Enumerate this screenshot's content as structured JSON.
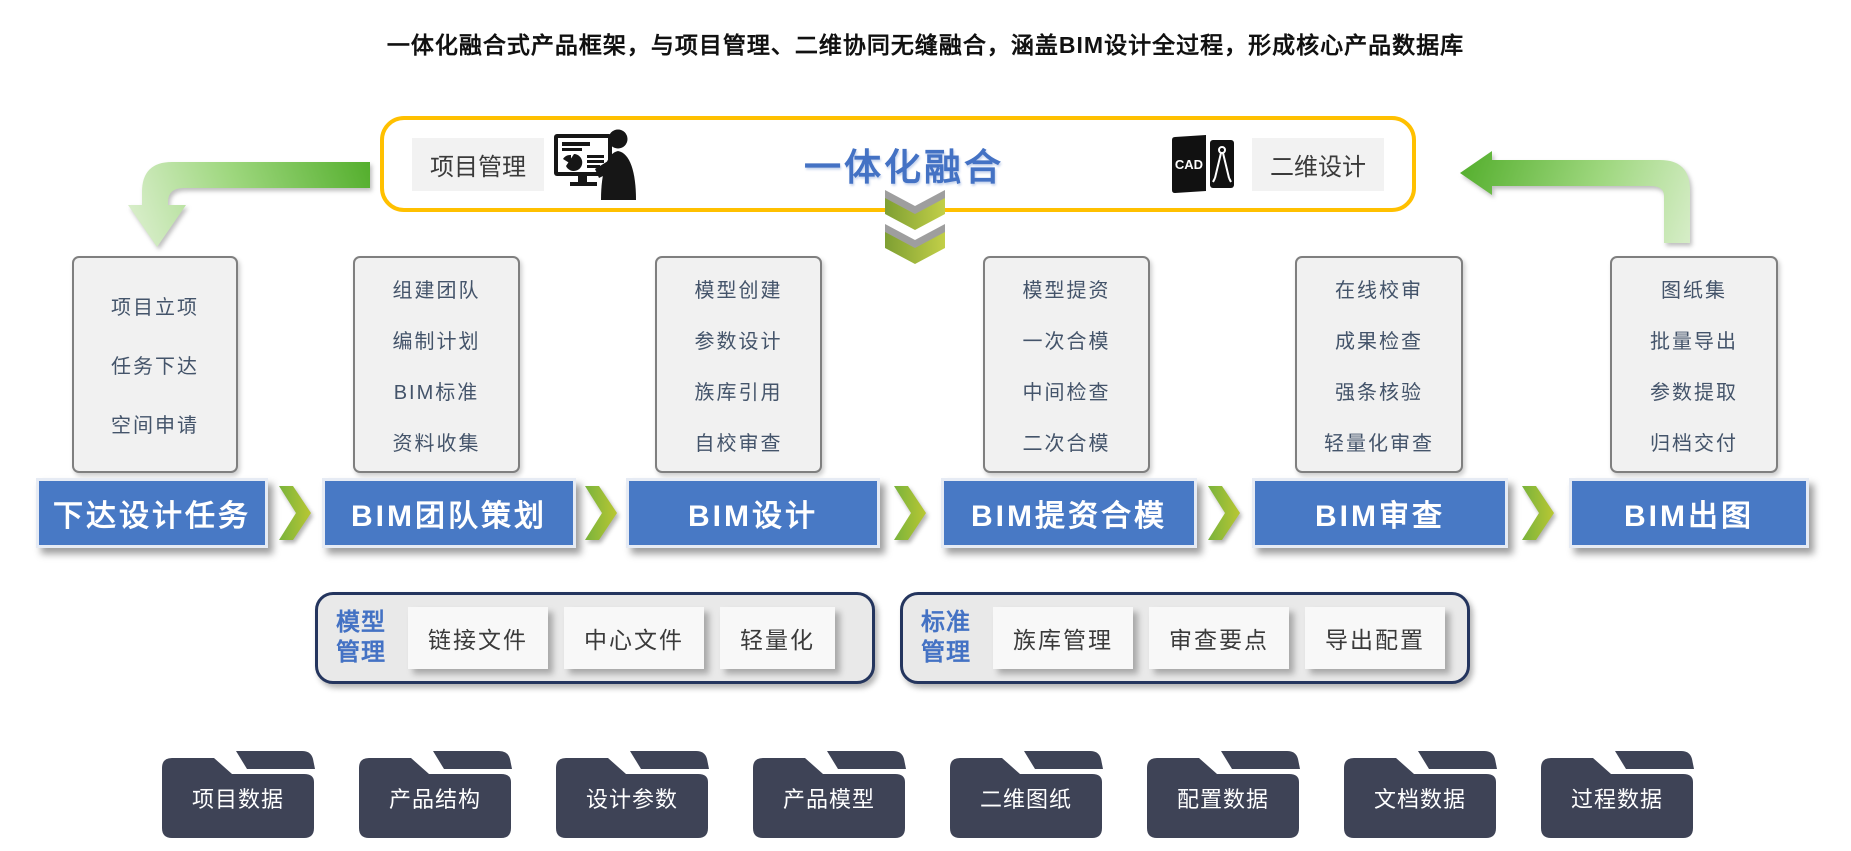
{
  "title": "一体化融合式产品框架，与项目管理、二维协同无缝融合，涵盖BIM设计全过程，形成核心产品数据库",
  "fusion_bar": {
    "left_label": "项目管理",
    "center_label": "一体化融合",
    "cad_text": "CAD",
    "right_label": "二维设计"
  },
  "columns": [
    {
      "banner": "下达设计任务",
      "items": [
        "项目立项",
        "任务下达",
        "空间申请"
      ]
    },
    {
      "banner": "BIM团队策划",
      "items": [
        "组建团队",
        "编制计划",
        "BIM标准",
        "资料收集"
      ]
    },
    {
      "banner": "BIM设计",
      "items": [
        "模型创建",
        "参数设计",
        "族库引用",
        "自校审查"
      ]
    },
    {
      "banner": "BIM提资合模",
      "items": [
        "模型提资",
        "一次合模",
        "中间检查",
        "二次合模"
      ]
    },
    {
      "banner": "BIM审查",
      "items": [
        "在线校审",
        "成果检查",
        "强条核验",
        "轻量化审查"
      ]
    },
    {
      "banner": "BIM出图",
      "items": [
        "图纸集",
        "批量导出",
        "参数提取",
        "归档交付"
      ]
    }
  ],
  "management_groups": [
    {
      "label": "模型管理",
      "chips": [
        "链接文件",
        "中心文件",
        "轻量化"
      ]
    },
    {
      "label": "标准管理",
      "chips": [
        "族库管理",
        "审查要点",
        "导出配置"
      ]
    }
  ],
  "folders": [
    "项目数据",
    "产品结构",
    "设计参数",
    "产品模型",
    "二维图纸",
    "配置数据",
    "文档数据",
    "过程数据"
  ],
  "colors": {
    "accent_yellow": "#FFC000",
    "fusion_blue": "#4472C4",
    "banner_blue": "#4879C5",
    "arrow_green": "#57B02F",
    "chevron_olive": "#9CB93D",
    "folder_dark": "#3E4356"
  }
}
